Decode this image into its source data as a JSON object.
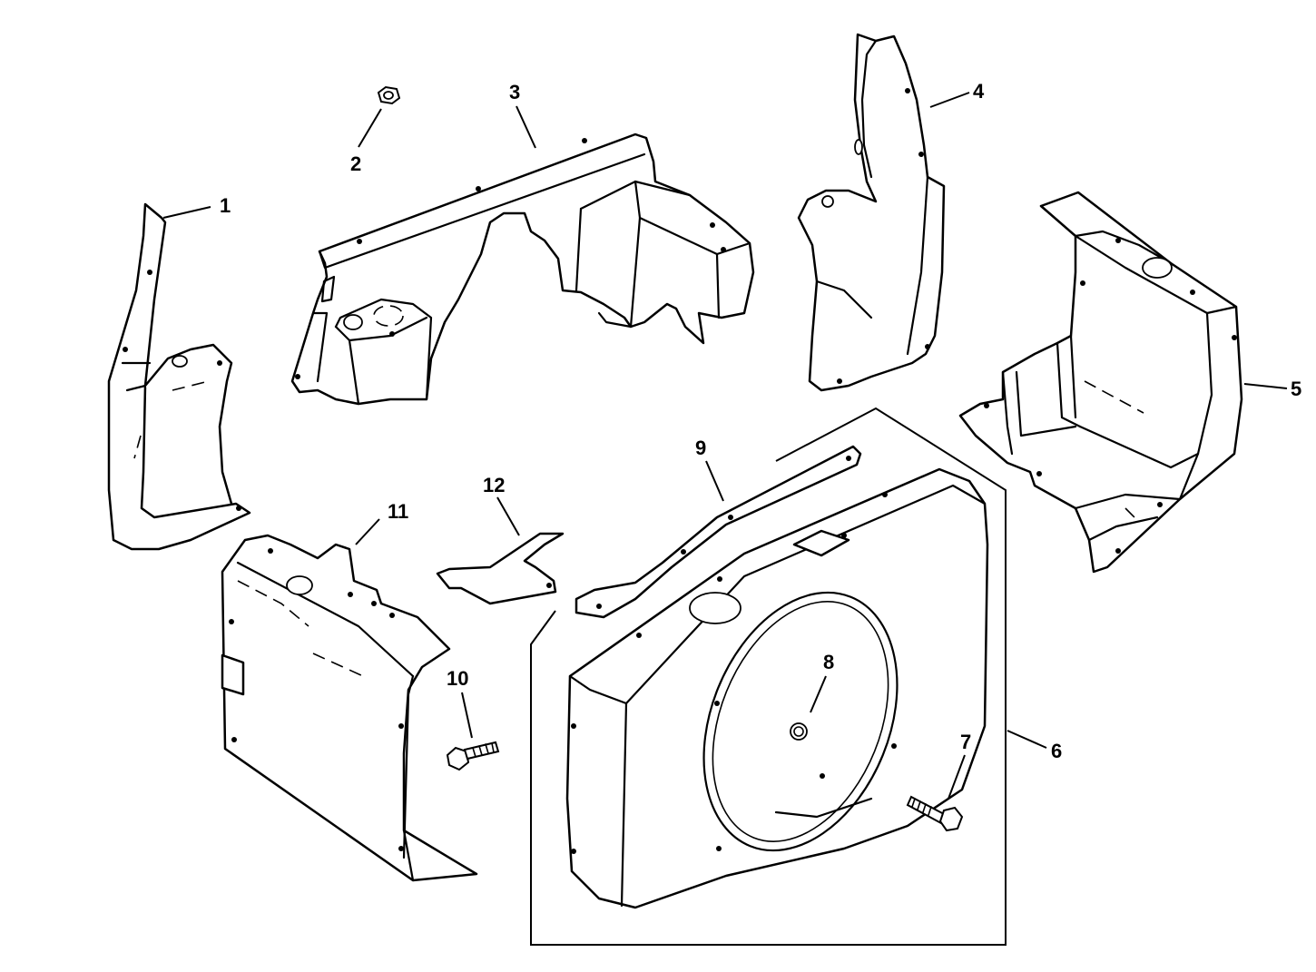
{
  "diagram": {
    "callouts": [
      {
        "id": "1",
        "label": "1"
      },
      {
        "id": "2",
        "label": "2"
      },
      {
        "id": "3",
        "label": "3"
      },
      {
        "id": "4",
        "label": "4"
      },
      {
        "id": "5",
        "label": "5"
      },
      {
        "id": "6",
        "label": "6"
      },
      {
        "id": "7",
        "label": "7"
      },
      {
        "id": "8",
        "label": "8"
      },
      {
        "id": "9",
        "label": "9"
      },
      {
        "id": "10",
        "label": "10"
      },
      {
        "id": "11",
        "label": "11"
      },
      {
        "id": "12",
        "label": "12"
      }
    ],
    "colors": {
      "line": "#000000",
      "background": "#ffffff"
    }
  }
}
